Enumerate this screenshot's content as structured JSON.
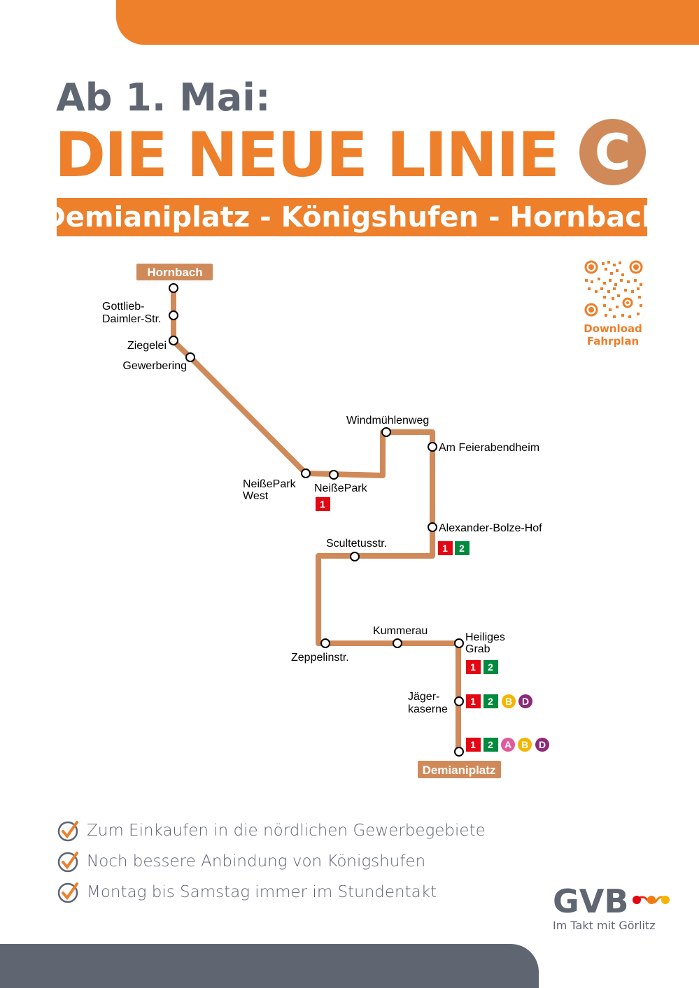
{
  "header": {
    "pre_title": "Ab 1. Mai:",
    "title": "DIE NEUE LINIE",
    "line_letter": "C",
    "route": "Demianiplatz - Königshufen - Hornbach"
  },
  "qr": {
    "label_line1": "Download",
    "label_line2": "Fahrplan"
  },
  "map": {
    "terminus_north": "Hornbach",
    "terminus_south": "Demianiplatz",
    "stations": {
      "gottlieb1": "Gottlieb-",
      "gottlieb2": "Daimler-Str.",
      "ziegelei": "Ziegelei",
      "gewerbering": "Gewerbering",
      "neissepark_west1": "NeißePark",
      "neissepark_west2": "West",
      "neissepark": "NeißePark",
      "windmuehlenweg": "Windmühlenweg",
      "feierabendheim": "Am Feierabendheim",
      "bolze": "Alexander-Bolze-Hof",
      "scultetus": "Scultetusstr.",
      "zeppelin": "Zeppelinstr.",
      "kummerau": "Kummerau",
      "grab1": "Heiliges",
      "grab2": "Grab",
      "jaeger1": "Jäger-",
      "jaeger2": "kaserne"
    },
    "lines": {
      "l1": "1",
      "l2": "2",
      "a": "A",
      "b": "B",
      "d": "D"
    },
    "colors": {
      "line_c": "#d08a5a",
      "tram1": "#e30613",
      "tram2": "#008a3e",
      "bus_a": "#e05a9b",
      "bus_b": "#f4b400",
      "bus_d": "#8b2a7a"
    }
  },
  "benefits": [
    "Zum Einkaufen in die nördlichen Gewerbegebiete",
    "Noch bessere Anbindung von Königshufen",
    "Montag bis Samstag immer im Stundentakt"
  ],
  "logo": {
    "name": "GVB",
    "tagline": "Im Takt mit Görlitz"
  },
  "colors": {
    "orange": "#ee7f2b",
    "gray": "#5f6672"
  }
}
